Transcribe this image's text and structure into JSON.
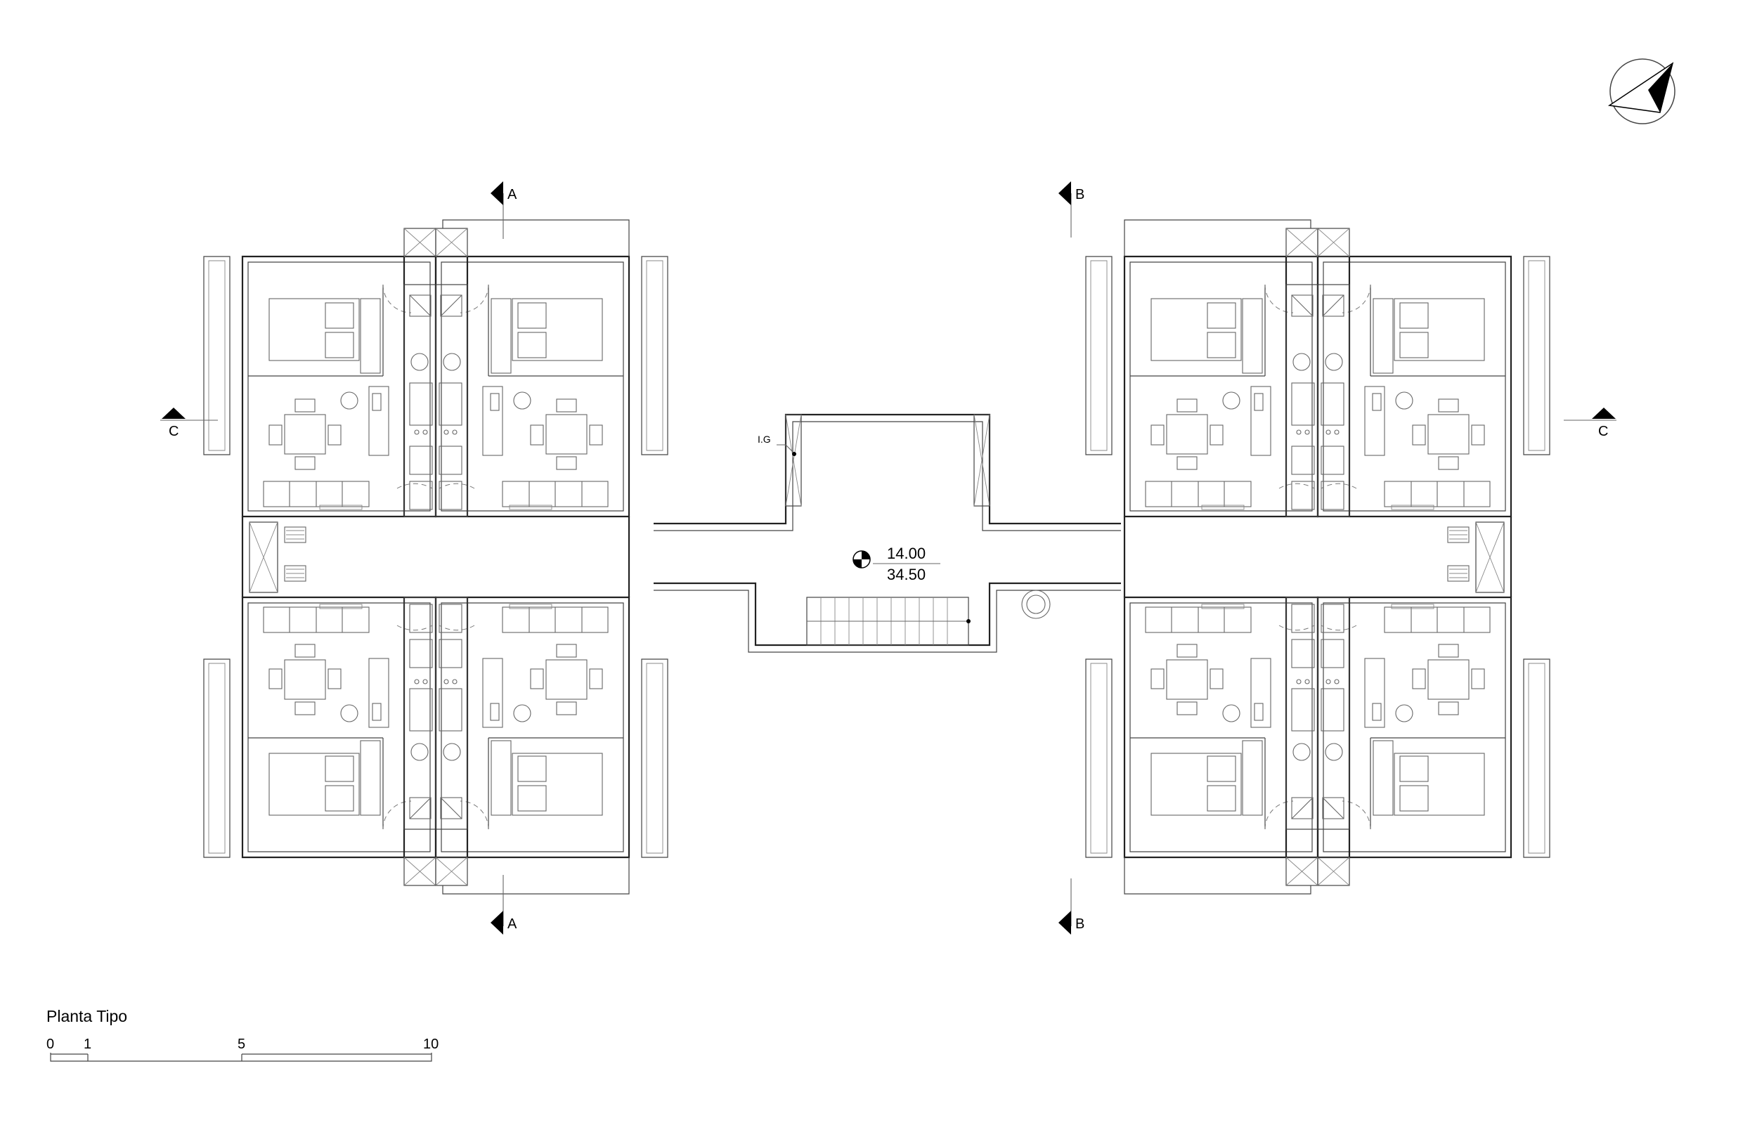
{
  "title": "Planta Tipo",
  "level": {
    "upper": "14.00",
    "lower": "34.50"
  },
  "tag_ig": "I.G",
  "section_marks": {
    "a": "A",
    "b": "B",
    "c": "C"
  },
  "scale_bar": {
    "labels": [
      "0",
      "1",
      "5",
      "10"
    ],
    "values": [
      0,
      1,
      5,
      10
    ]
  },
  "icons": [
    "north-arrow-icon",
    "level-marker-icon",
    "section-arrow-icon"
  ],
  "colors": {
    "line": "#222222",
    "furniture": "#666666",
    "background": "#ffffff"
  }
}
